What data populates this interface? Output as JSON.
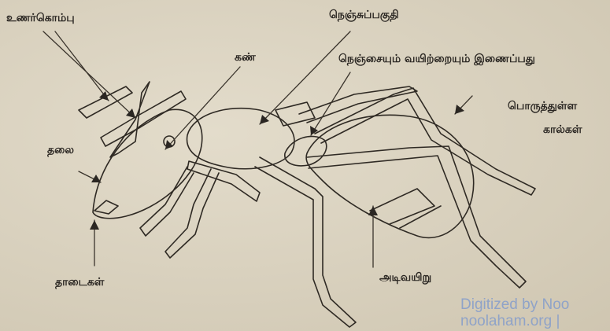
{
  "labels": {
    "antenna": "உணர்கொம்பு",
    "thorax": "நெஞ்சுப்பகுதி",
    "eye": "கண்",
    "waist": "நெஞ்சையும் வயிற்றையும் இணைப்பது",
    "legs_line1": "பொருத்துள்ள",
    "legs_line2": "கால்கள்",
    "head": "தலை",
    "mandibles": "தாடைகள்",
    "abdomen": "அடிவயிறு"
  },
  "watermark": {
    "line1": "Digitized by Noo",
    "line2": "noolaham.org | "
  },
  "colors": {
    "paper": "#d9d2c0",
    "ink": "#2a2622",
    "watermark": "#8fa3c8"
  }
}
